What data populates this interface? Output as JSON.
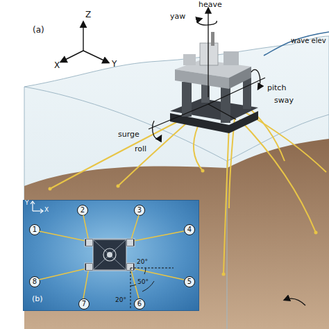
{
  "diagram": {
    "nodes": [
      {
        "text": [
          "(b)"
        ]
      },
      {
        "text": [
          "1"
        ],
        "in": 0
      },
      {
        "text": [
          "2"
        ],
        "in": 0
      },
      {
        "text": [
          "3"
        ],
        "in": 0
      },
      {
        "text": [
          "4"
        ],
        "in": 0
      },
      {
        "text": [
          "5"
        ],
        "in": 0
      },
      {
        "text": [
          "6"
        ],
        "in": 0
      },
      {
        "text": [
          "7"
        ],
        "in": 0
      },
      {
        "text": [
          "8"
        ],
        "in": 0
      }
    ],
    "labels": [
      "(a)",
      "Z",
      "X",
      "Y",
      "yaw",
      "heave",
      "wave elev",
      "surge",
      "roll",
      "pitch",
      "sway",
      "Y",
      "X",
      "20°",
      "50°",
      "20°"
    ]
  }
}
